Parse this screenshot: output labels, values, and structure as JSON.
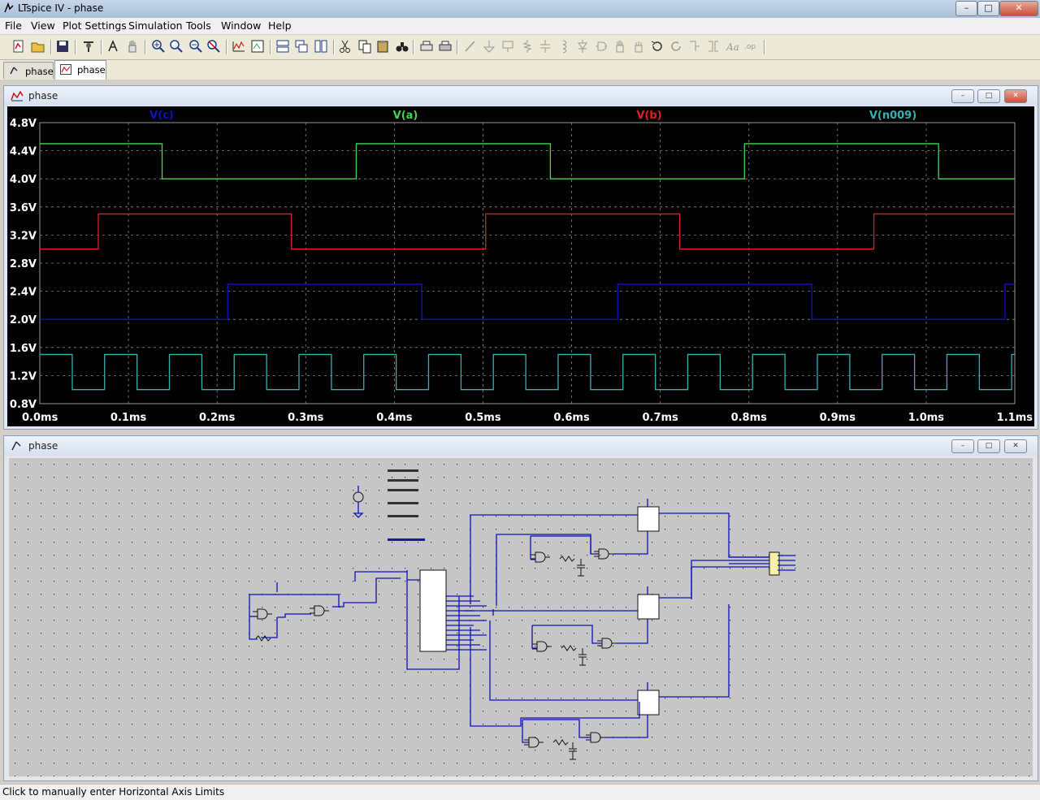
{
  "window": {
    "title": "LTspice IV - phase"
  },
  "menu": [
    "File",
    "View",
    "Plot Settings",
    "Simulation",
    "Tools",
    "Window",
    "Help"
  ],
  "tabs": [
    {
      "label": "phase",
      "icon": "schematic-icon"
    },
    {
      "label": "phase",
      "icon": "waveform-icon"
    }
  ],
  "plot_window": {
    "title": "phase"
  },
  "schematic_window": {
    "title": "phase"
  },
  "status": {
    "text": "Click to manually enter Horizontal Axis Limits"
  },
  "colors": {
    "plot_bg": "#000000",
    "v_c": "#1010c8",
    "v_a": "#3fd84f",
    "v_b": "#e02020",
    "v_n009": "#36b0b0",
    "wire": "#1010b8",
    "schematic_bg": "#c6c6c6"
  },
  "chart_data": {
    "type": "line",
    "title": "",
    "xlabel": "",
    "ylabel": "",
    "xlim": [
      0.0,
      1.1
    ],
    "ylim": [
      0.8,
      4.8
    ],
    "grid": true,
    "x_ticks": [
      "0.0ms",
      "0.1ms",
      "0.2ms",
      "0.3ms",
      "0.4ms",
      "0.5ms",
      "0.6ms",
      "0.7ms",
      "0.8ms",
      "0.9ms",
      "1.0ms",
      "1.1ms"
    ],
    "y_ticks": [
      "0.8V",
      "1.2V",
      "1.6V",
      "2.0V",
      "2.4V",
      "2.8V",
      "3.2V",
      "3.6V",
      "4.0V",
      "4.4V",
      "4.8V"
    ],
    "series": [
      {
        "name": "V(c)",
        "color": "#1010c8",
        "x": [
          0,
          0.212,
          0.212,
          0.431,
          0.431,
          0.652,
          0.652,
          0.871,
          0.871,
          1.089,
          1.089,
          1.1
        ],
        "y": [
          2.0,
          2.0,
          2.5,
          2.5,
          2.0,
          2.0,
          2.5,
          2.5,
          2.0,
          2.0,
          2.5,
          2.5
        ]
      },
      {
        "name": "V(a)",
        "color": "#3fd84f",
        "x": [
          0,
          0.138,
          0.138,
          0.357,
          0.357,
          0.576,
          0.576,
          0.795,
          0.795,
          1.014,
          1.014,
          1.1
        ],
        "y": [
          4.5,
          4.5,
          4.0,
          4.0,
          4.5,
          4.5,
          4.0,
          4.0,
          4.5,
          4.5,
          4.0,
          4.0
        ]
      },
      {
        "name": "V(b)",
        "color": "#e02020",
        "x": [
          0,
          0.066,
          0.066,
          0.284,
          0.284,
          0.503,
          0.503,
          0.722,
          0.722,
          0.941,
          0.941,
          1.1
        ],
        "y": [
          3.0,
          3.0,
          3.5,
          3.5,
          3.0,
          3.0,
          3.5,
          3.5,
          3.0,
          3.0,
          3.5,
          3.5
        ]
      },
      {
        "name": "V(n009)",
        "color": "#36b0b0",
        "period_ms": 0.0731,
        "high": 1.5,
        "low": 1.0,
        "high_ms": 0.0366,
        "x_start": 0,
        "x_end": 1.1
      }
    ]
  }
}
